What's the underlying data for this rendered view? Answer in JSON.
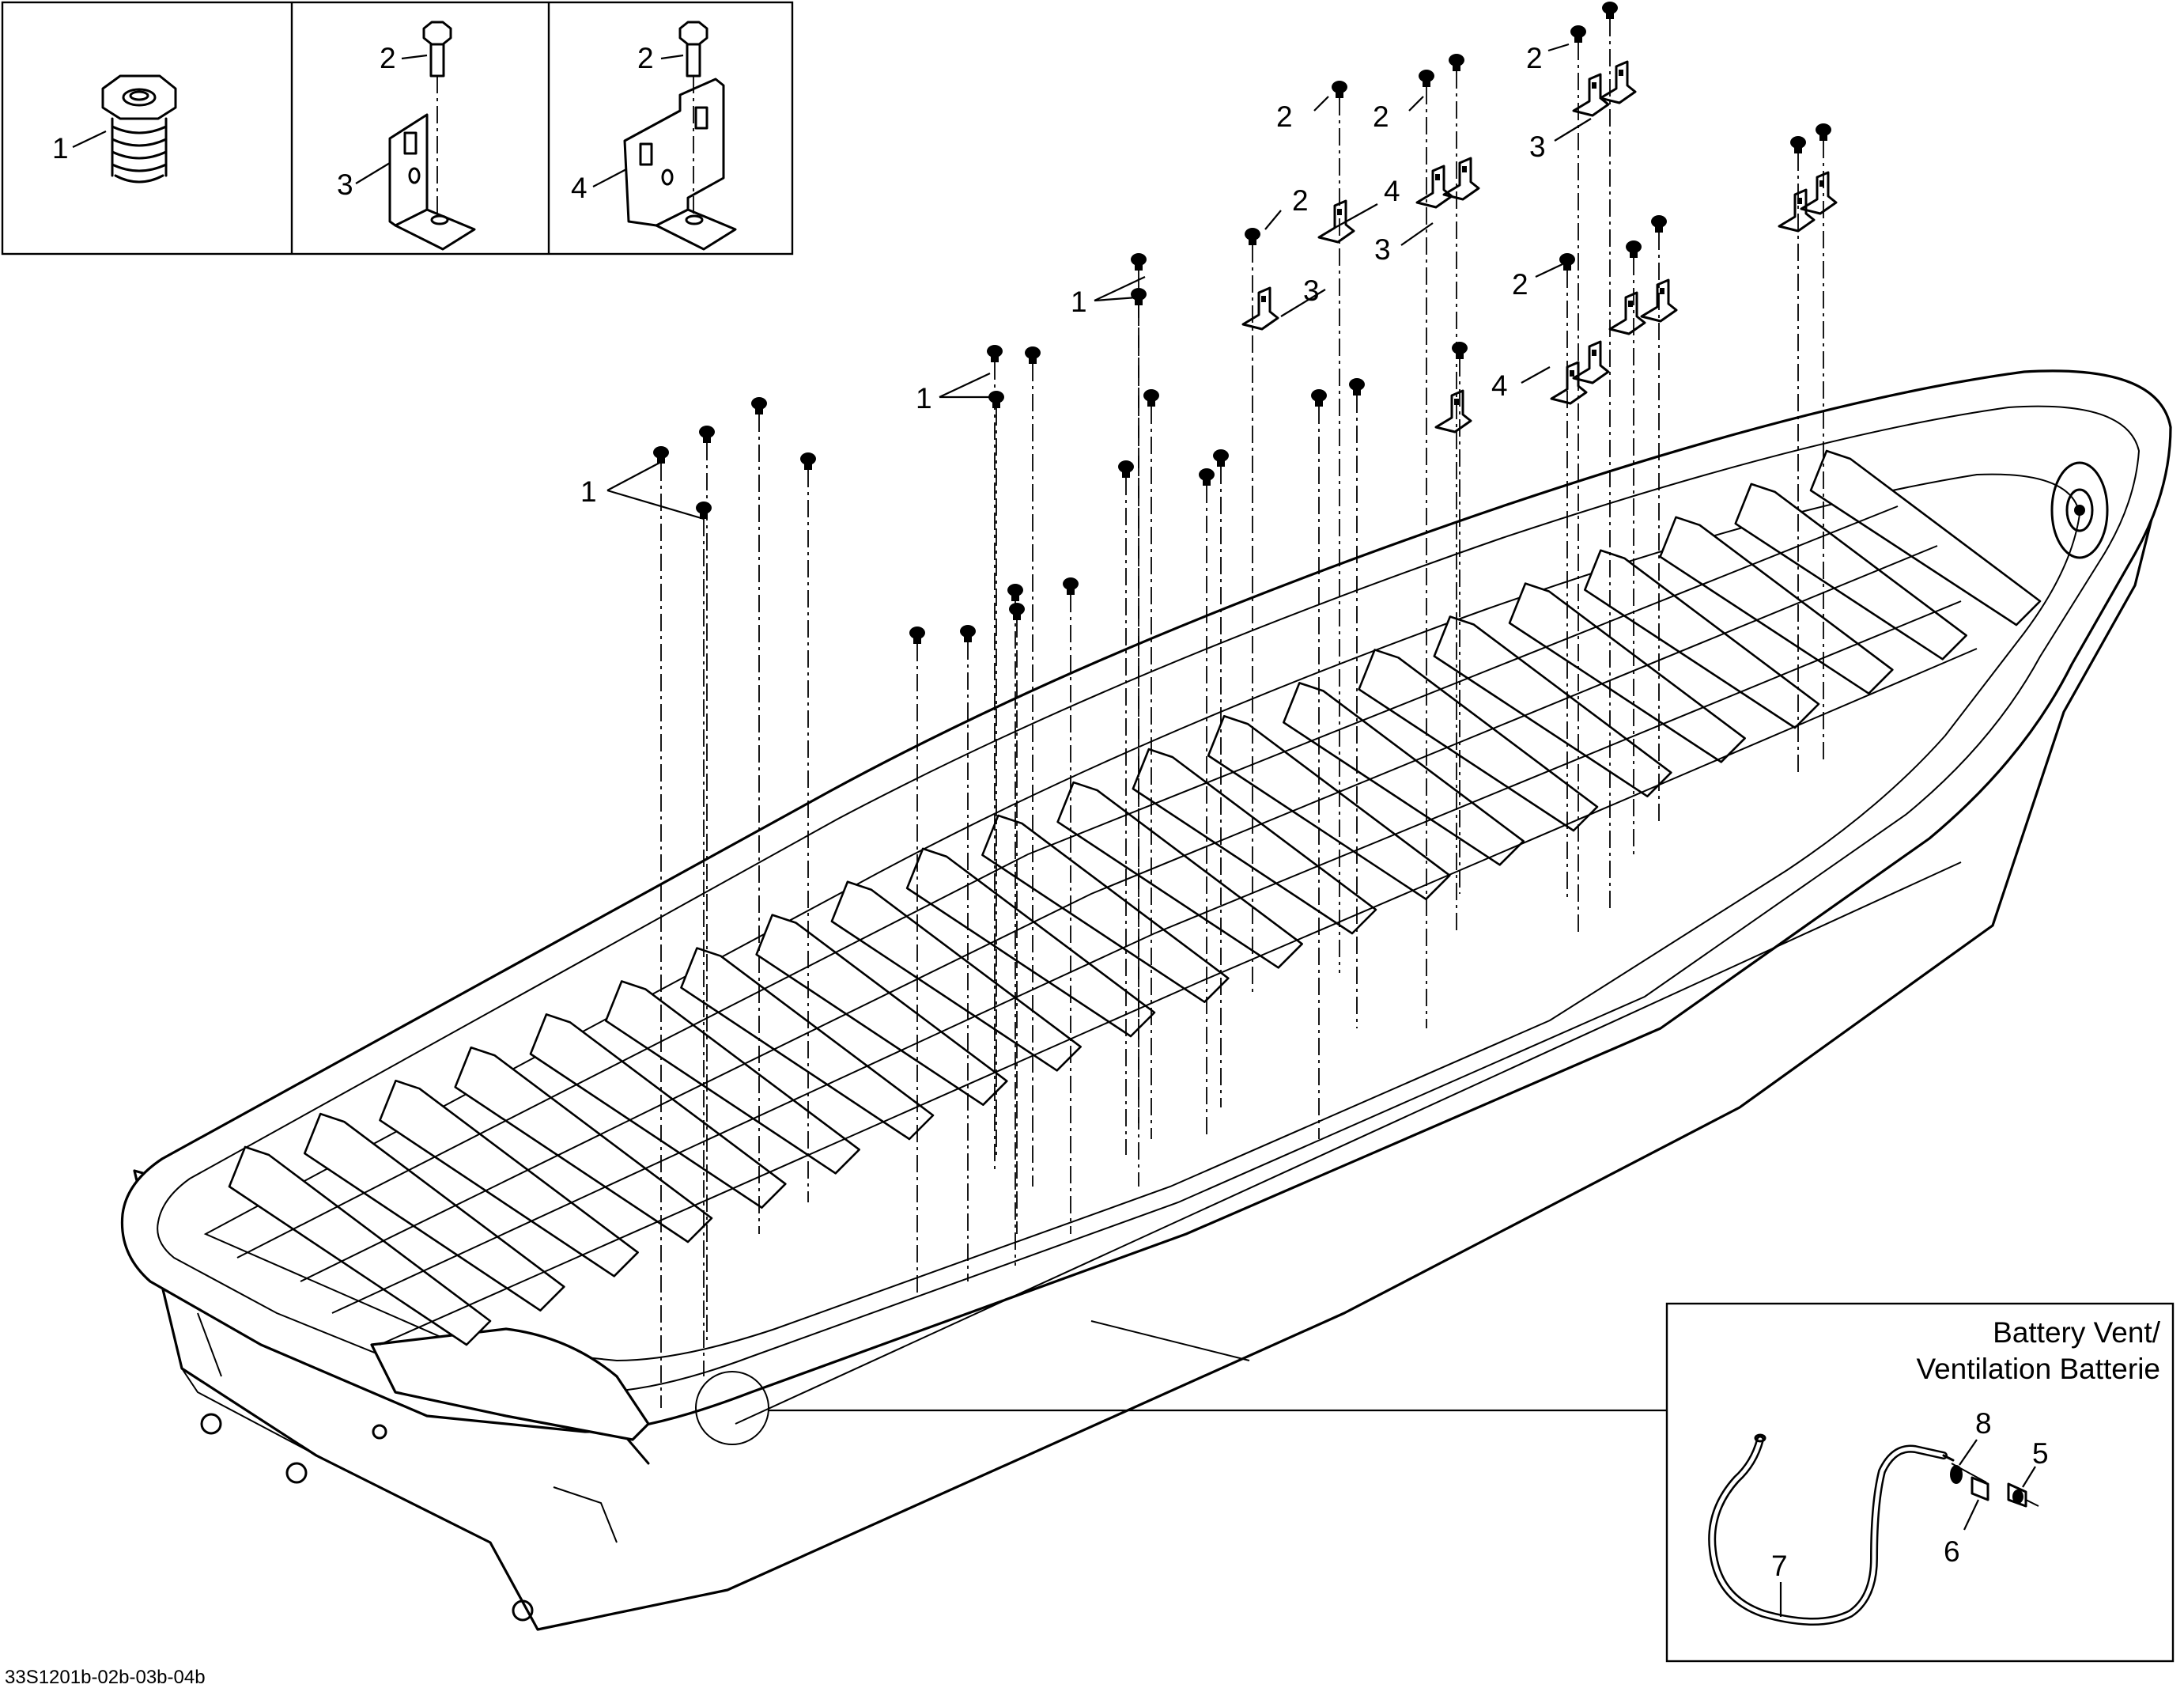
{
  "drawing": {
    "reference_code": "33S1201b-02b-03b-04b"
  },
  "inset_top": {
    "panel_a": {
      "callouts": [
        "1"
      ]
    },
    "panel_b": {
      "callouts": [
        "2",
        "3"
      ]
    },
    "panel_c": {
      "callouts": [
        "2",
        "4"
      ]
    }
  },
  "main_callouts": {
    "c01": "1",
    "c02": "1",
    "c03": "1",
    "c04": "2",
    "c05": "2",
    "c06": "2",
    "c07": "2",
    "c08": "2",
    "c09": "3",
    "c10": "3",
    "c11": "3",
    "c12": "4",
    "c13": "4"
  },
  "battery_vent": {
    "title_line1": "Battery Vent/",
    "title_line2": "Ventilation Batterie",
    "callouts": {
      "c5": "5",
      "c6": "6",
      "c7": "7",
      "c8": "8"
    }
  }
}
